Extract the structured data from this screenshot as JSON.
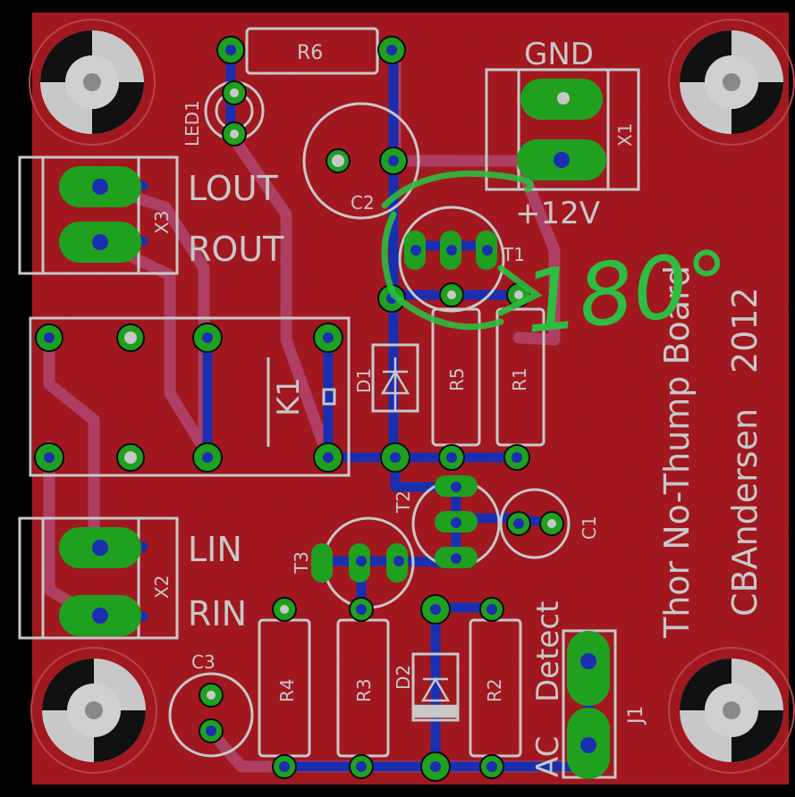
{
  "board_title": "Thor No-Thump Board",
  "author": "CBAndersen",
  "year": "2012",
  "note": "180°",
  "colors": {
    "background": "#000000",
    "copper_top": "#a3171f",
    "trace_bottom": "#1a2fb0",
    "trace_top": "#b0466e",
    "silkscreen": "#c8c8c8",
    "pad": "#1fa01f",
    "annotation": "#2dbd40"
  },
  "components": {
    "r6": "R6",
    "led1": "LED1",
    "c2": "C2",
    "gnd": "GND",
    "x1": "X1",
    "v12": "+12V",
    "lout": "LOUT",
    "rout": "ROUT",
    "x3": "X3",
    "t1": "T1",
    "k1": "K1",
    "d1": "D1",
    "r5": "R5",
    "r1": "R1",
    "t2": "T2",
    "c1": "C1",
    "t3": "T3",
    "lin": "LIN",
    "rin": "RIN",
    "x2": "X2",
    "c3": "C3",
    "r4": "R4",
    "r3": "R3",
    "d2": "D2",
    "r2": "R2",
    "detect": "Detect",
    "ac": "AC",
    "j1": "J1"
  }
}
